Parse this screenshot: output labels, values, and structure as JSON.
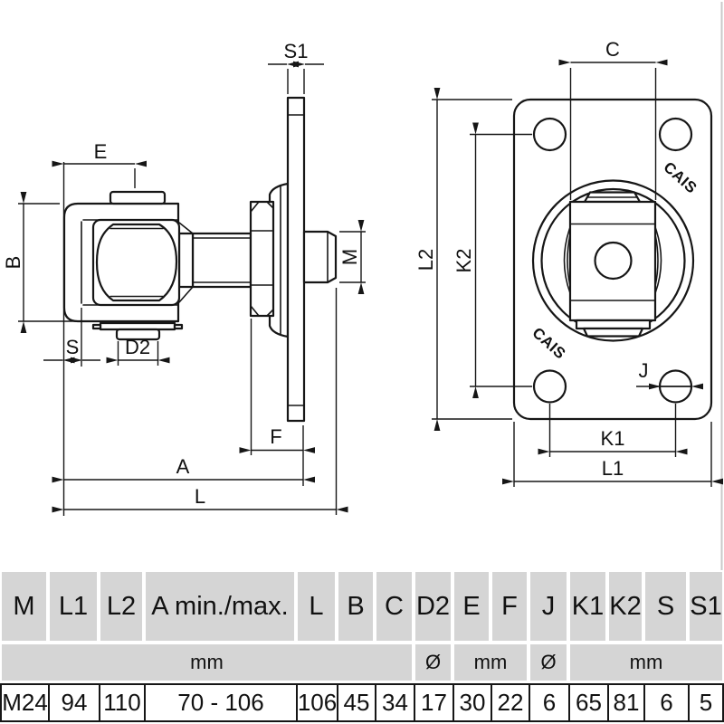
{
  "drawing": {
    "brand": "CAIS",
    "side_view": {
      "labels": {
        "S1": "S1",
        "E": "E",
        "B": "B",
        "S": "S",
        "D2": "D2",
        "M": "M",
        "F": "F",
        "A": "A",
        "L": "L"
      }
    },
    "front_view": {
      "labels": {
        "C": "C",
        "L2": "L2",
        "K2": "K2",
        "J": "J",
        "K1": "K1",
        "L1": "L1"
      }
    }
  },
  "table": {
    "headers": [
      "M",
      "L1",
      "L2",
      "A min./max.",
      "L",
      "B",
      "C",
      "D2",
      "E",
      "F",
      "J",
      "K1",
      "K2",
      "S",
      "S1"
    ],
    "unit_groups": [
      {
        "label": "mm",
        "span": 7
      },
      {
        "label": "Ø",
        "span": 1
      },
      {
        "label": "mm",
        "span": 2
      },
      {
        "label": "Ø",
        "span": 1
      },
      {
        "label": "mm",
        "span": 4
      }
    ],
    "values": [
      "M24",
      "94",
      "110",
      "70 - 106",
      "106",
      "45",
      "34",
      "17",
      "30",
      "22",
      "6",
      "65",
      "81",
      "6",
      "5"
    ],
    "colors": {
      "cell_bg": "#d5d5d5",
      "border": "#161616"
    }
  }
}
